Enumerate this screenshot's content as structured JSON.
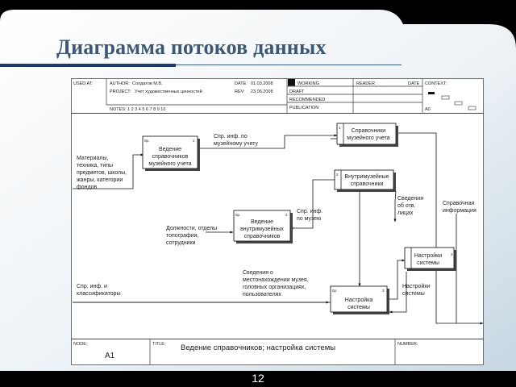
{
  "slide": {
    "title": "Диаграмма потоков данных",
    "page_number": "12"
  },
  "header": {
    "used_at": "USED AT:",
    "author_label": "AUTHOR:",
    "author": "Солдатов М.В.",
    "project_label": "PROJECT:",
    "project": "Учет художественных ценностей",
    "date_label": "DATE:",
    "date": "01.03.2008",
    "rev_label": "REV:",
    "rev": "23.06.2008",
    "notes": "NOTES:  1  2  3  4  5  6  7  8  9  10",
    "working": "WORKING",
    "draft": "DRAFT",
    "recommended": "RECOMMENDED",
    "publication": "PUBLICATION",
    "reader": "READER",
    "date_col": "DATE",
    "context": "CONTEXT:",
    "a0": "A0"
  },
  "nodes": {
    "p1": {
      "line1": "Ведение",
      "line2": "справочников",
      "line3": "музейного учета",
      "tag": "1",
      "corner": "0р."
    },
    "p2": {
      "line1": "Ведение",
      "line2": "внутримузейных",
      "line3": "справочников",
      "tag": "2",
      "corner": "0р."
    },
    "p3": {
      "line1": "Настройка",
      "line2": "системы",
      "tag": "3",
      "corner": "0р."
    },
    "s1": {
      "line1": "Справочники",
      "line2": "музейного учета",
      "num": "1"
    },
    "s2": {
      "line1": "Внутримузейные",
      "line2": "справочники",
      "num": "2"
    },
    "s3": {
      "line1": "Настройки",
      "line2": "системы",
      "num": "3"
    }
  },
  "labels": {
    "materials": [
      "Материалы,",
      "техника, типы",
      "предметов, школы,",
      "жанры, категории",
      "фондов"
    ],
    "spr_museum_acct": [
      "Спр. инф. по",
      "музейному учету"
    ],
    "positions": [
      "Должности, отделы",
      "топография,",
      "сотрудники"
    ],
    "spr_museum": [
      "Спр. инф.",
      "по музею"
    ],
    "responsible": [
      "Сведения",
      "об отв.",
      "лицах"
    ],
    "ref_info": [
      "Справочная",
      "информация"
    ],
    "spr_classifiers": [
      "Спр. инф. и",
      "классификаторы"
    ],
    "location_info": [
      "Сведения о",
      "местонахождении музея,",
      "головных организациях,",
      "пользователях"
    ],
    "sys_settings": [
      "Настройки",
      "системы"
    ]
  },
  "footer": {
    "node_label": "NODE:",
    "node": "A1",
    "title_label": "TITLE:",
    "title": "Ведение справочников; настройка системы",
    "number_label": "NUMBER:"
  }
}
